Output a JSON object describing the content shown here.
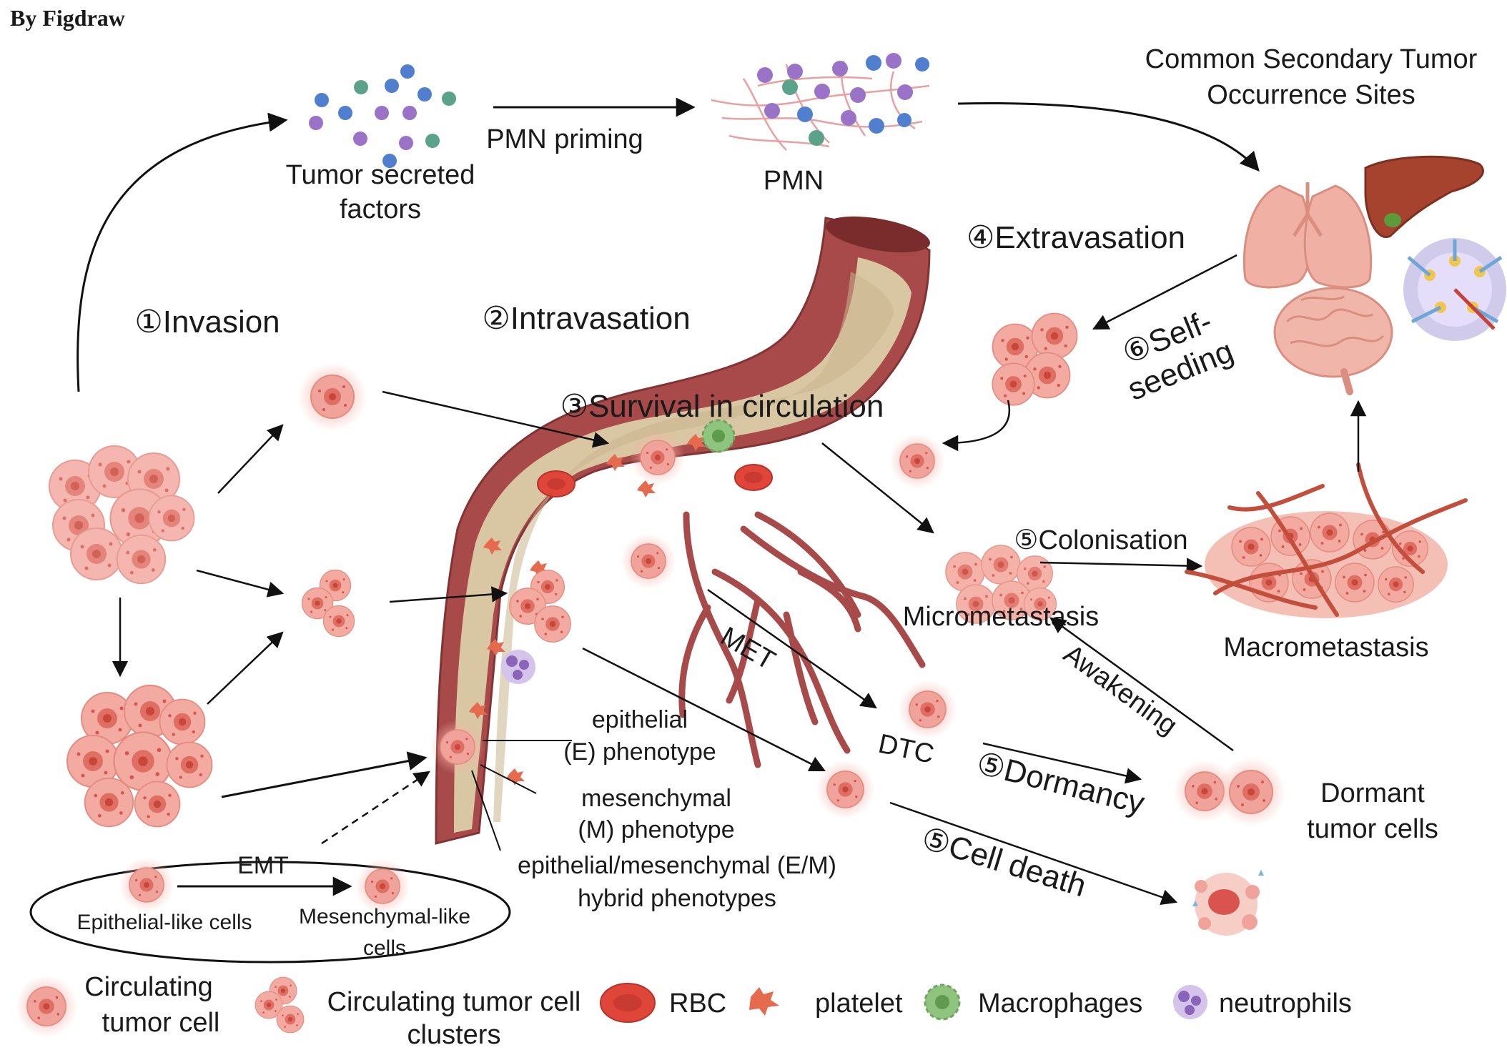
{
  "credit": "By Figdraw",
  "labels": {
    "secondary_sites_line1": "Common Secondary Tumor",
    "secondary_sites_line2": "Occurrence Sites",
    "pmn_priming": "PMN priming",
    "tumor_factors_line1": "Tumor secreted",
    "tumor_factors_line2": "factors",
    "pmn": "PMN",
    "invasion": "①Invasion",
    "intravasation": "②Intravasation",
    "survival": "③Survival in circulation",
    "extravasation": "④Extravasation",
    "self_seeding_line1": "⑥Self-",
    "self_seeding_line2": "seeding",
    "colonisation": "⑤Colonisation",
    "micrometastasis": "Micrometastasis",
    "macrometastasis": "Macrometastasis",
    "met": "MET",
    "awakening": "Awakening",
    "dtc": "DTC",
    "dormancy": "⑤Dormancy",
    "dormant_line1": "Dormant",
    "dormant_line2": "tumor cells",
    "cell_death": "⑤Cell death",
    "epithelial_line1": "epithelial",
    "epithelial_line2": "(E) phenotype",
    "mesenchymal_line1": "mesenchymal",
    "mesenchymal_line2": "(M) phenotype",
    "hybrid_line1": "epithelial/mesenchymal (E/M)",
    "hybrid_line2": "hybrid phenotypes",
    "emt": "EMT",
    "epithelial_like": "Epithelial-like cells",
    "mesenchymal_like_line1": "Mesenchymal-like",
    "mesenchymal_like_line2": "cells"
  },
  "legend": {
    "ctc_line1": "Circulating",
    "ctc_line2": "tumor cell",
    "clusters_line1": "Circulating tumor cell",
    "clusters_line2": "clusters",
    "rbc": "RBC",
    "platelet": "platelet",
    "macrophages": "Macrophages",
    "neutrophils": "neutrophils"
  },
  "colors": {
    "cell": "#f0a39a",
    "cell_core": "#d9534f",
    "vessel_wall": "#a84a4a",
    "vessel_lumen": "#d9c6a2",
    "rbc": "#e0453a",
    "macrophage": "#8fc47e",
    "neutrophil": "#b394d1",
    "dot_blue": "#4f7fce",
    "dot_green": "#5aa38a",
    "dot_purple": "#9a72c8"
  }
}
